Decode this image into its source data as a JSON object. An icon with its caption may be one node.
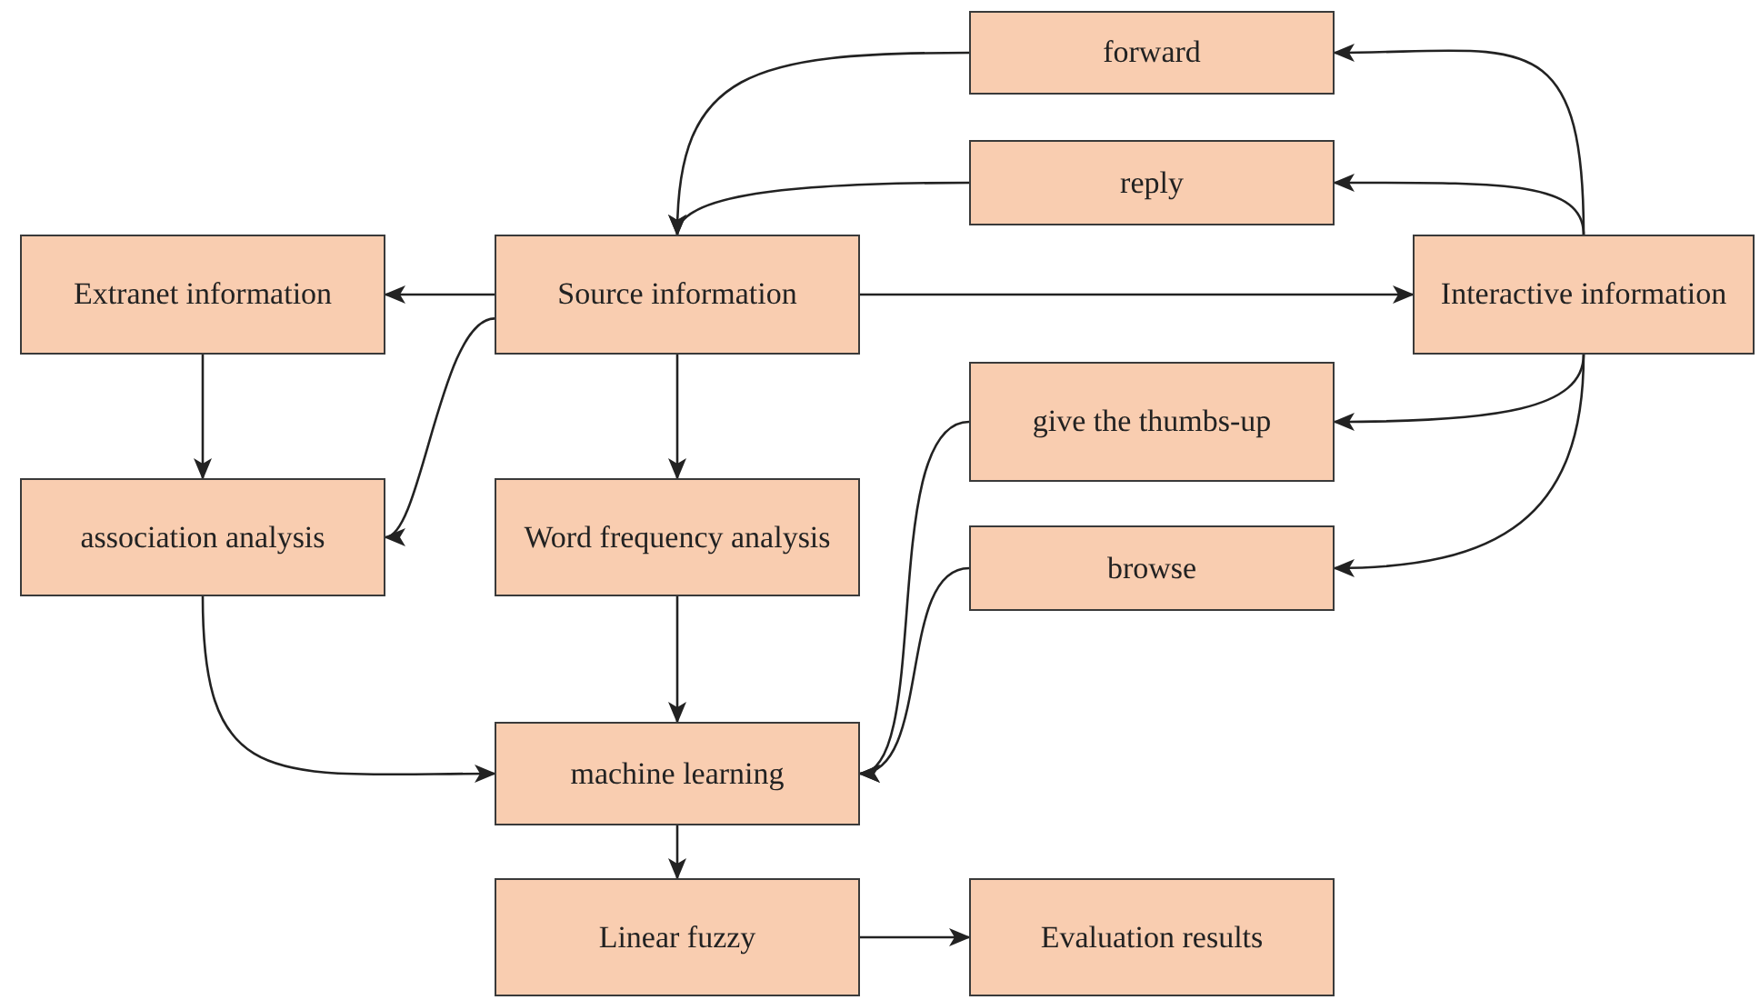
{
  "diagram": {
    "nodes": [
      {
        "text": [
          "forward"
        ]
      },
      {
        "text": [
          "reply"
        ]
      },
      {
        "text": [
          "Extranet information"
        ]
      },
      {
        "text": [
          "Source information"
        ]
      },
      {
        "text": [
          "Interactive information"
        ]
      },
      {
        "text": [
          "give the thumbs-up"
        ]
      },
      {
        "text": [
          "association analysis"
        ]
      },
      {
        "text": [
          "Word frequency analysis"
        ]
      },
      {
        "text": [
          "browse"
        ]
      },
      {
        "text": [
          "machine learning"
        ]
      },
      {
        "text": [
          "Linear fuzzy"
        ]
      },
      {
        "text": [
          "Evaluation results"
        ]
      }
    ],
    "edges": [
      {
        "from": 0,
        "to": 3,
        "arrow": "to"
      },
      {
        "from": 1,
        "to": 3,
        "arrow": "to"
      },
      {
        "from": 3,
        "to": 2,
        "arrow": "to"
      },
      {
        "from": 3,
        "to": 6,
        "arrow": "to"
      },
      {
        "from": 3,
        "to": 4,
        "arrow": "to"
      },
      {
        "from": 3,
        "to": 7,
        "arrow": "to"
      },
      {
        "from": 2,
        "to": 6,
        "arrow": "to"
      },
      {
        "from": 4,
        "to": 0,
        "arrow": "to"
      },
      {
        "from": 4,
        "to": 1,
        "arrow": "to"
      },
      {
        "from": 4,
        "to": 5,
        "arrow": "to"
      },
      {
        "from": 4,
        "to": 8,
        "arrow": "to"
      },
      {
        "from": 5,
        "to": 9,
        "arrow": "to"
      },
      {
        "from": 8,
        "to": 9,
        "arrow": "to"
      },
      {
        "from": 6,
        "to": 9,
        "arrow": "to"
      },
      {
        "from": 7,
        "to": 9,
        "arrow": "to"
      },
      {
        "from": 9,
        "to": 10,
        "arrow": "to"
      },
      {
        "from": 10,
        "to": 11,
        "arrow": "to"
      }
    ]
  }
}
